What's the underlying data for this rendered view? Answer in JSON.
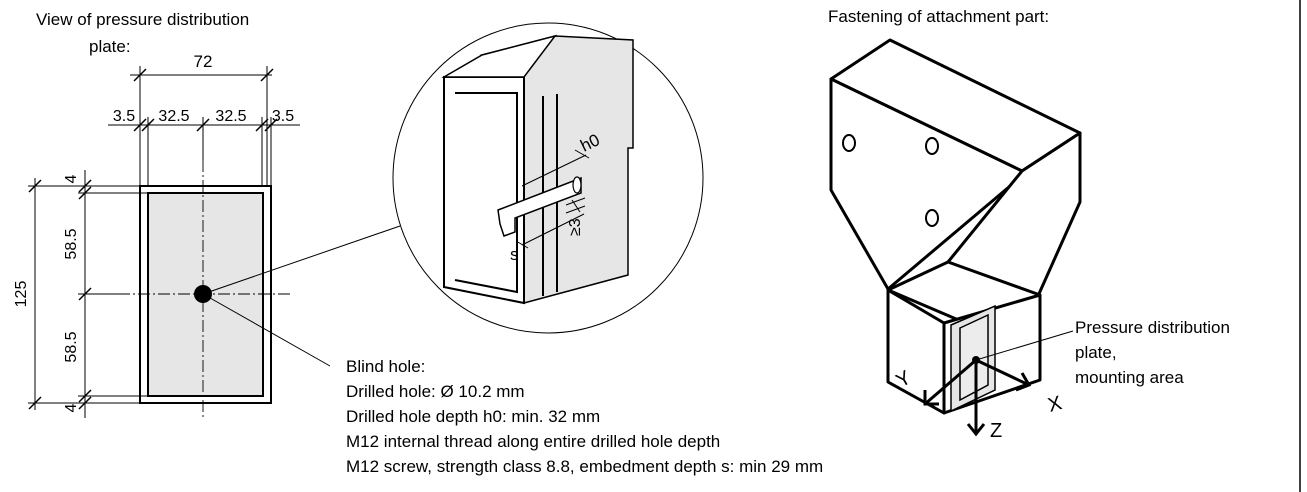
{
  "left_title": {
    "line1": "View of pressure distribution",
    "line2": "plate:"
  },
  "right_title": "Fastening of attachment part:",
  "dims": {
    "overall_width": "72",
    "edge_left": "3.5",
    "half_left": "32.5",
    "half_right": "32.5",
    "edge_right": "3.5",
    "overall_height": "125",
    "edge_top": "4",
    "half_top": "58.5",
    "half_bottom": "58.5",
    "edge_bottom": "4"
  },
  "detail": {
    "h0": "h0",
    "min_gap": "≥3",
    "s": "s"
  },
  "blind_hole": {
    "title": "Blind hole:",
    "lines": [
      "Drilled hole: Ø 10.2 mm",
      "Drilled hole depth h0: min. 32 mm",
      "M12 internal thread along entire drilled hole depth",
      "M12 screw, strength class 8.8, embedment depth s: min 29 mm"
    ]
  },
  "mounting_label": {
    "line1": "Pressure distribution",
    "line2": "plate,",
    "line3": "mounting area"
  },
  "axes": {
    "x": "X",
    "y": "Y",
    "z": "Z"
  },
  "colors": {
    "fill_gray": "#e6e6e6",
    "line": "#000000"
  }
}
